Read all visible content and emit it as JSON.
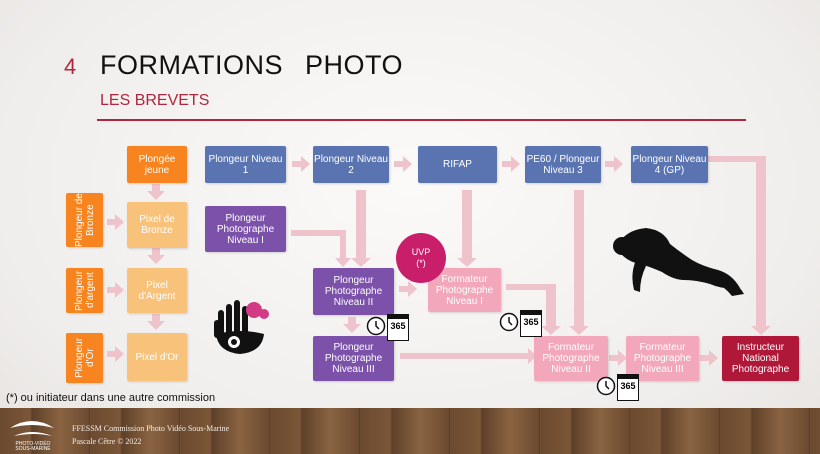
{
  "header": {
    "number": "4",
    "title": "FORMATIONS PHOTO",
    "subtitle": "LES BREVETS"
  },
  "vertical_labels": {
    "bronze": "Plongeur de Bronze",
    "argent": "Plongeur d'argent",
    "or": "Plongeur d'Or"
  },
  "boxes": {
    "plongee_jeune": "Plongée jeune",
    "pixel_bronze": "Pixel de Bronze",
    "pixel_argent": "Pixel d'Argent",
    "pixel_or": "Pixel d'Or",
    "plongeur_n1": "Plongeur Niveau 1",
    "plongeur_n2": "Plongeur Niveau 2",
    "rifap": "RIFAP",
    "pe60": "PE60 / Plongeur Niveau 3",
    "plongeur_n4": "Plongeur Niveau 4 (GP)",
    "photo_n1": "Plongeur Photographe Niveau I",
    "photo_n2": "Plongeur Photographe Niveau II",
    "photo_n3": "Plongeur Photographe Niveau III",
    "formateur_n1": "Formateur Photographe Niveau I",
    "formateur_n2": "Formateur Photographe Niveau II",
    "formateur_n3": "Formateur Photographe Niveau III",
    "instructeur": "Instructeur National Photographe"
  },
  "uvp": {
    "label": "UVP",
    "note": "(*)"
  },
  "calendar_label": "365",
  "footnote": "(*) ou initiateur dans une autre commission",
  "footer": {
    "org": "FFESSM Commission Photo Vidéo Sous-Marine",
    "author": "Pascale Cêtre © 2022",
    "logo_text": "PHOTO-VIDÉO SOUS-MARINE"
  },
  "colors": {
    "accent": "#b0263f",
    "orange": "#f7841f",
    "light_orange": "#f9c27a",
    "blue": "#5a74b2",
    "purple": "#7b51a9",
    "pink": "#f2a8ba",
    "crimson": "#b0183a",
    "arrow": "#efc3cc"
  }
}
